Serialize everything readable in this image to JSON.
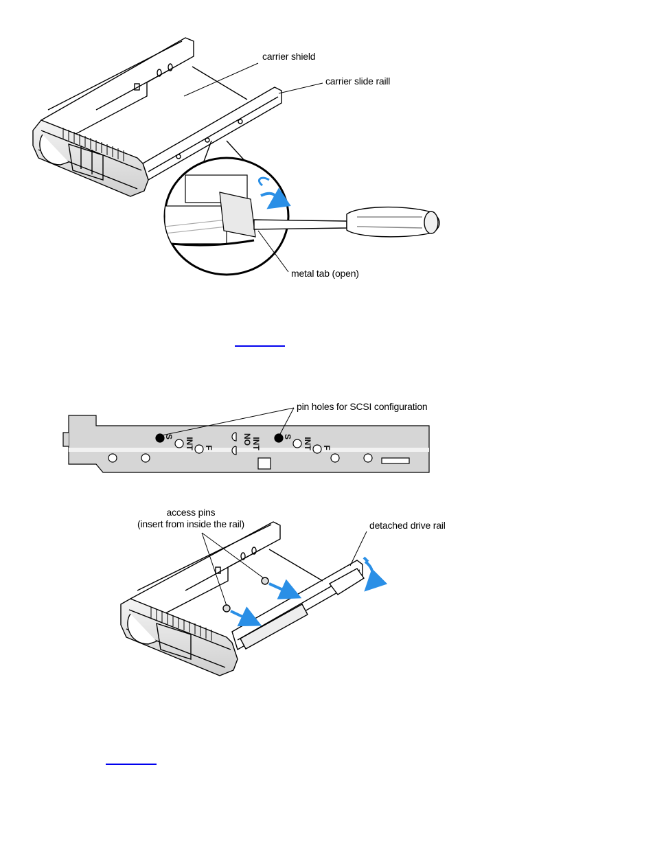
{
  "figure1": {
    "callouts": {
      "carrier_shield": "carrier shield",
      "carrier_slide_rail": "carrier slide raill",
      "metal_tab": "metal tab (open)"
    }
  },
  "link1": {
    "text": ""
  },
  "figure2": {
    "callout": "pin holes for SCSI configuration",
    "rail_labels": {
      "s": "S",
      "int": "INT",
      "f": "F",
      "no": "NO",
      "no_int": "INT"
    }
  },
  "figure3": {
    "callouts": {
      "access_pins": "access pins\n(insert from inside the rail)",
      "detached_rail": "detached drive rail"
    }
  },
  "link2": {
    "text": ""
  },
  "colors": {
    "link": "#0000ee",
    "arrow": "#2a8fe6",
    "line": "#000000"
  }
}
